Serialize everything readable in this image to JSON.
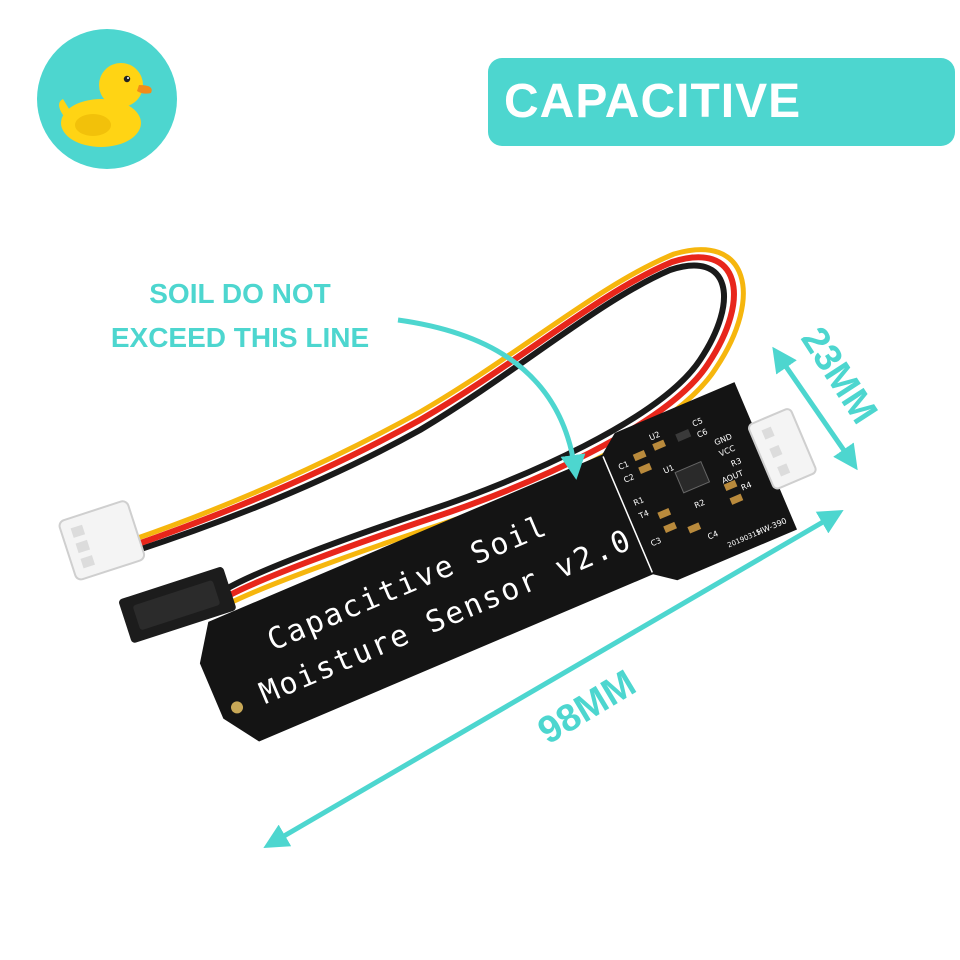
{
  "title": "CAPACITIVE",
  "note": {
    "line1": "SOIL DO NOT",
    "line2": "EXCEED THIS LINE"
  },
  "dimensions": {
    "width": "23MM",
    "length": "98MM"
  },
  "board": {
    "line1": "Capacitive Soil",
    "line2": "Moisture Sensor v2.0",
    "model": "HW-390",
    "date_code": "20190315",
    "labels": [
      "C1",
      "C2",
      "C3",
      "C4",
      "C5",
      "C6",
      "R1",
      "R2",
      "R3",
      "R4",
      "T4",
      "U1",
      "U2",
      "GND",
      "VCC",
      "AOUT"
    ]
  },
  "colors": {
    "accent": "#4dd6cf",
    "pcb": "#141414",
    "silkscreen": "#ffffff",
    "wire_black": "#1a1a1a",
    "wire_red": "#e8261b",
    "wire_yellow": "#f6b60d",
    "duck": "#ffd414",
    "beak": "#f28c1a"
  },
  "icons": [
    "duck-logo-icon",
    "arrow-icon"
  ]
}
